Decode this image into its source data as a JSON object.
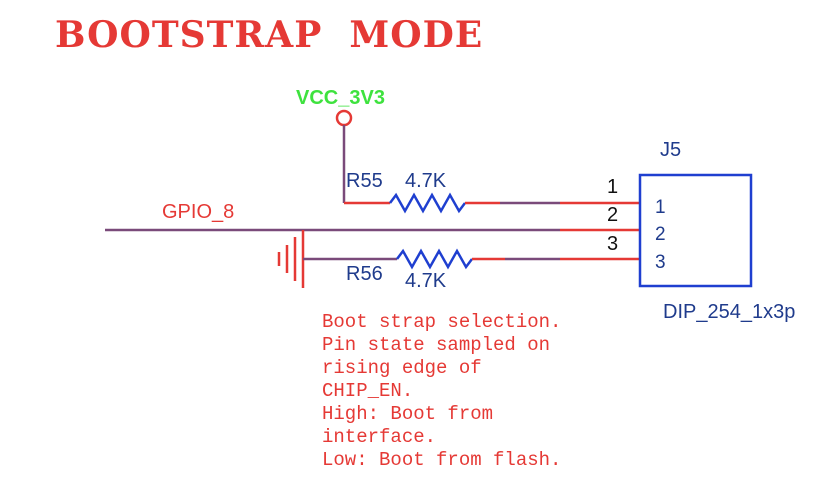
{
  "title": "BOOTSTRAP  MODE",
  "power_net": "VCC_3V3",
  "signal_net": "GPIO_8",
  "resistors": [
    {
      "ref": "R55",
      "value": "4.7K"
    },
    {
      "ref": "R56",
      "value": "4.7K"
    }
  ],
  "connector": {
    "ref": "J5",
    "footprint": "DIP_254_1x3p",
    "outer_pins": [
      "1",
      "2",
      "3"
    ],
    "inner_pins": [
      "1",
      "2",
      "3"
    ]
  },
  "note_lines": [
    "Boot strap selection.",
    "Pin state sampled on",
    "rising edge of",
    "CHIP_EN.",
    "High: Boot from",
    "interface.",
    "Low: Boot from flash."
  ],
  "colors": {
    "title": "#e53935",
    "wire_red": "#e53935",
    "wire_purple": "#7a4a7a",
    "component_blue": "#1f3fd0",
    "power_green": "#3ee23e"
  }
}
